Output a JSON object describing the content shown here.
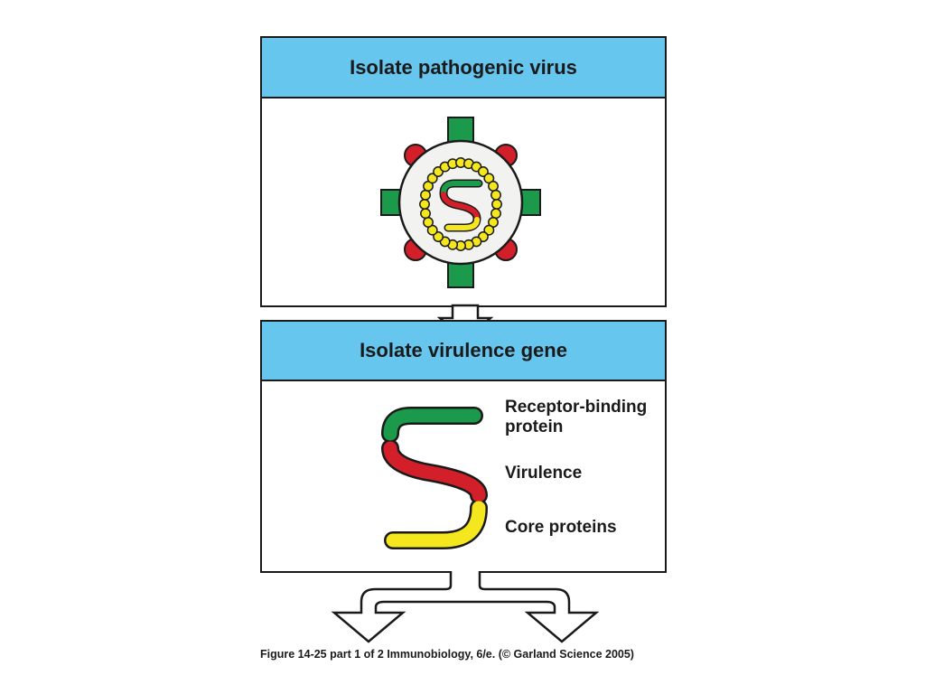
{
  "panels": [
    {
      "title": "Isolate pathogenic virus"
    },
    {
      "title": "Isolate virulence gene"
    }
  ],
  "gene_labels": {
    "receptor_line1": "Receptor-binding",
    "receptor_line2": "protein",
    "virulence": "Virulence",
    "core": "Core proteins"
  },
  "caption": "Figure 14-25 part 1 of 2  Immunobiology, 6/e. (© Garland Science 2005)",
  "colors": {
    "header": "#66c6ee",
    "receptor": "#1a9a4a",
    "virulence": "#d21f2a",
    "core": "#f5e71e",
    "capsid": "#f5e71e",
    "virus_body": "#f2f2f0"
  }
}
